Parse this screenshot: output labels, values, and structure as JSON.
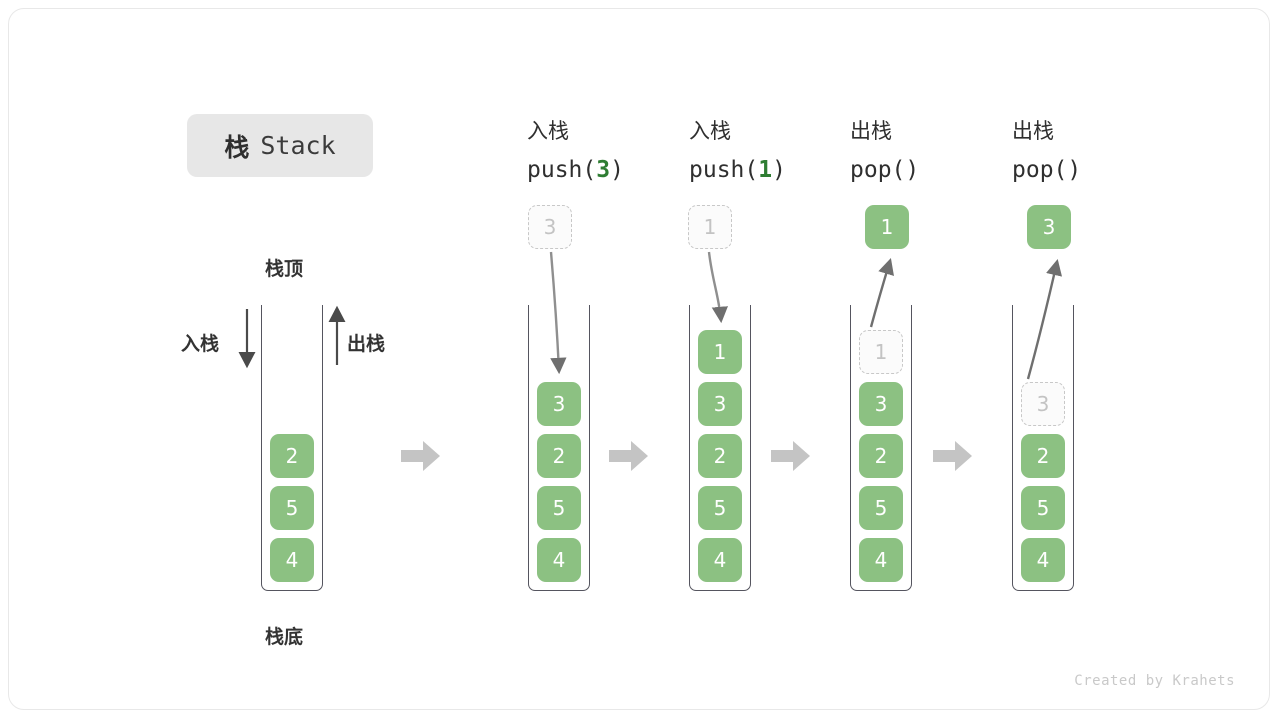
{
  "title": {
    "cn": "栈",
    "en": "Stack"
  },
  "labels": {
    "top": "栈顶",
    "bottom": "栈底",
    "push": "入栈",
    "pop": "出栈"
  },
  "footer": "Created by Krahets",
  "colors": {
    "cell_green": "#8cc182",
    "ghost_border": "#c8c8c8",
    "ghost_text": "#c3c3c3",
    "container_line": "#55555f",
    "step_arrow": "#c4c4c4",
    "curve_arrow": "#6f6f6f",
    "accent_code": "#2e7d32",
    "badge_bg": "#e7e7e7"
  },
  "columns": [
    {
      "id": "initial",
      "op_cn": "",
      "code_prefix": "",
      "code_arg": "",
      "code_suffix": "",
      "stack": [
        "2",
        "5",
        "4"
      ],
      "ghost": null,
      "result": null
    },
    {
      "id": "push-3",
      "op_cn": "入栈",
      "code_prefix": "push(",
      "code_arg": "3",
      "code_suffix": ")",
      "stack": [
        "3",
        "2",
        "5",
        "4"
      ],
      "ghost": {
        "value": "3",
        "position": "above"
      },
      "result": null
    },
    {
      "id": "push-1",
      "op_cn": "入栈",
      "code_prefix": "push(",
      "code_arg": "1",
      "code_suffix": ")",
      "stack": [
        "1",
        "3",
        "2",
        "5",
        "4"
      ],
      "ghost": {
        "value": "1",
        "position": "above"
      },
      "result": null
    },
    {
      "id": "pop-1",
      "op_cn": "出栈",
      "code_prefix": "pop(",
      "code_arg": "",
      "code_suffix": ")",
      "stack": [
        "3",
        "2",
        "5",
        "4"
      ],
      "ghost": {
        "value": "1",
        "position": "slot0"
      },
      "result": "1"
    },
    {
      "id": "pop-3",
      "op_cn": "出栈",
      "code_prefix": "pop(",
      "code_arg": "",
      "code_suffix": ")",
      "stack": [
        "2",
        "5",
        "4"
      ],
      "ghost": {
        "value": "3",
        "position": "slot1"
      },
      "result": "3"
    }
  ],
  "chart_data": {
    "type": "diagram",
    "title": "栈 Stack",
    "description": "Stack push/pop operation sequence",
    "steps": [
      {
        "label": "",
        "stack_top_to_bottom": [
          "2",
          "5",
          "4"
        ]
      },
      {
        "label": "入栈 push(3)",
        "stack_top_to_bottom": [
          "3",
          "2",
          "5",
          "4"
        ]
      },
      {
        "label": "入栈 push(1)",
        "stack_top_to_bottom": [
          "1",
          "3",
          "2",
          "5",
          "4"
        ]
      },
      {
        "label": "出栈 pop()",
        "stack_top_to_bottom": [
          "3",
          "2",
          "5",
          "4"
        ],
        "returned": "1"
      },
      {
        "label": "出栈 pop()",
        "stack_top_to_bottom": [
          "2",
          "5",
          "4"
        ],
        "returned": "3"
      }
    ]
  }
}
